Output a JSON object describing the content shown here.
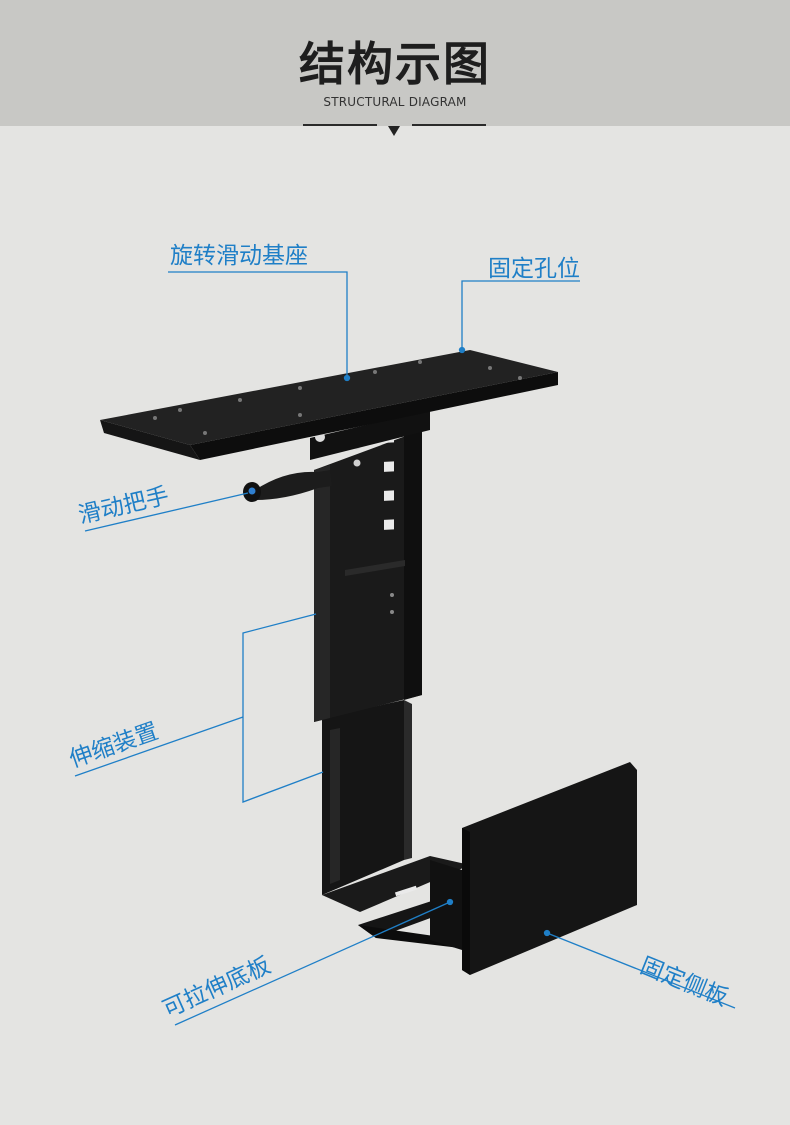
{
  "header": {
    "title": "结构示图",
    "subtitle": "STRUCTURAL DIAGRAM"
  },
  "labels": {
    "swivel_base": "旋转滑动基座",
    "fixing_holes": "固定孔位",
    "slide_handle": "滑动把手",
    "telescopic": "伸缩装置",
    "pull_out_base": "可拉伸底板",
    "fixed_side_panel": "固定侧板"
  },
  "colors": {
    "accent": "#1f7fc7",
    "header_bg": "#c8c8c5",
    "page_bg": "#e4e4e2",
    "product": "#1a1a1a"
  }
}
